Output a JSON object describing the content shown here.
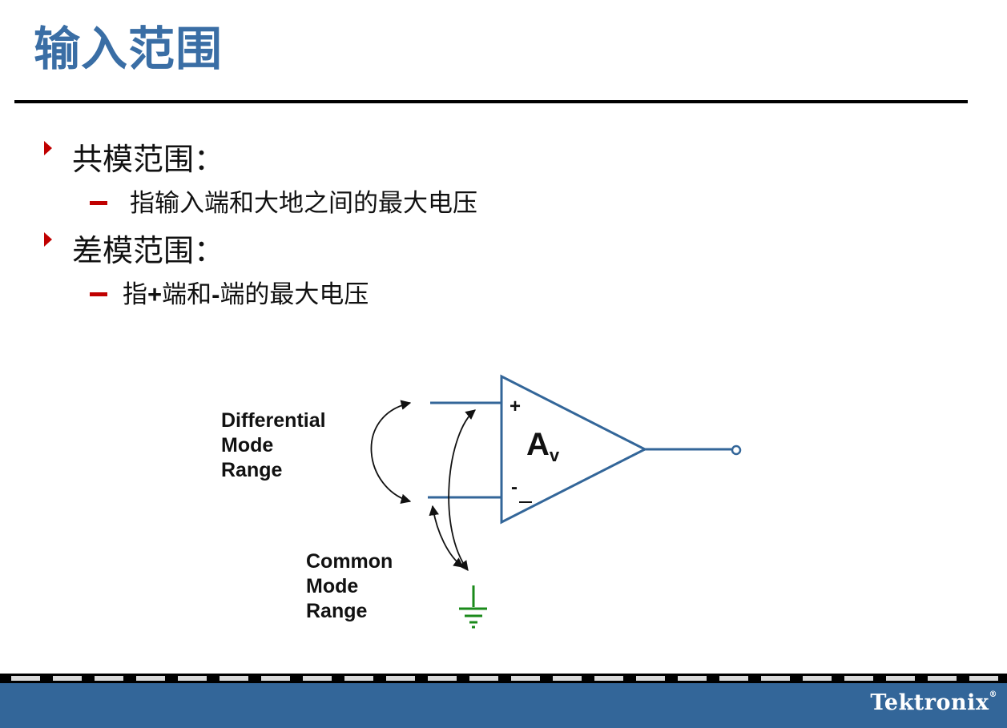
{
  "slide": {
    "title": "输入范围"
  },
  "bullets": [
    {
      "heading": "共模范围：",
      "sub": "指输入端和大地之间的最大电压"
    },
    {
      "heading": "差模范围：",
      "sub_parts": [
        "指",
        "+",
        "端和",
        "-",
        "端的最大电压"
      ]
    }
  ],
  "diagram": {
    "plus_label": "+",
    "minus_label": "-",
    "gain_main": "A",
    "gain_sub": "v",
    "differential_label": "Differential\nMode\nRange",
    "common_label": "Common\nMode\nRange",
    "wire_color": "#336699",
    "ground_color": "#1a8a1a"
  },
  "footer": {
    "logo": "Tektronix",
    "logo_mark": "®",
    "bar_color": "#336699"
  }
}
